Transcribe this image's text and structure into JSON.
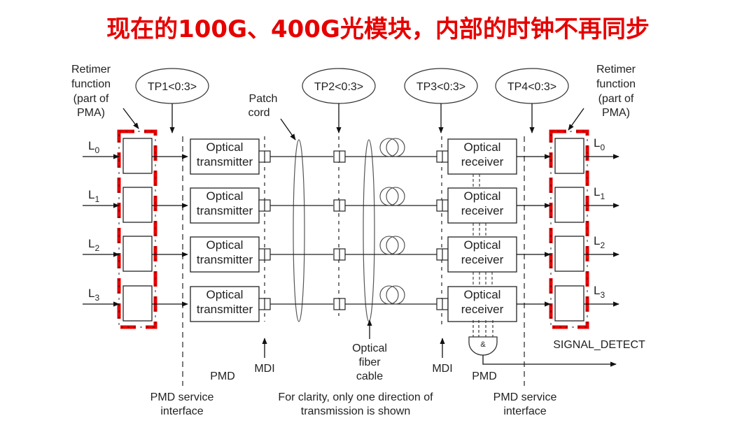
{
  "title": "现在的100G、400G光模块，内部的时钟不再同步",
  "colors": {
    "title": "#e60000",
    "highlight": "#e60000",
    "line": "#222222"
  },
  "test_points": [
    "TP1<0:3>",
    "TP2<0:3>",
    "TP3<0:3>",
    "TP4<0:3>"
  ],
  "retimer_left": [
    "Retimer",
    "function",
    "(part of",
    "PMA)"
  ],
  "retimer_right": [
    "Retimer",
    "function",
    "(part of",
    "PMA)"
  ],
  "patch_cord": [
    "Patch",
    "cord"
  ],
  "lanes": [
    {
      "in": "L",
      "sub": "0",
      "out": "L",
      "out_sub": "0",
      "tx": [
        "Optical",
        "transmitter"
      ],
      "rx": [
        "Optical",
        "receiver"
      ]
    },
    {
      "in": "L",
      "sub": "1",
      "out": "L",
      "out_sub": "1",
      "tx": [
        "Optical",
        "transmitter"
      ],
      "rx": [
        "Optical",
        "receiver"
      ]
    },
    {
      "in": "L",
      "sub": "2",
      "out": "L",
      "out_sub": "2",
      "tx": [
        "Optical",
        "transmitter"
      ],
      "rx": [
        "Optical",
        "receiver"
      ]
    },
    {
      "in": "L",
      "sub": "3",
      "out": "L",
      "out_sub": "3",
      "tx": [
        "Optical",
        "transmitter"
      ],
      "rx": [
        "Optical",
        "receiver"
      ]
    }
  ],
  "bottom": {
    "pmd_left": "PMD",
    "mdi_left": "MDI",
    "fiber": [
      "Optical",
      "fiber",
      "cable"
    ],
    "mdi_right": "MDI",
    "pmd_right": "PMD",
    "signal_detect": "SIGNAL_DETECT",
    "pmd_service_left": [
      "PMD service",
      "interface"
    ],
    "pmd_service_right": [
      "PMD service",
      "interface"
    ],
    "note": [
      "For clarity, only one direction of",
      "transmission is shown"
    ]
  }
}
